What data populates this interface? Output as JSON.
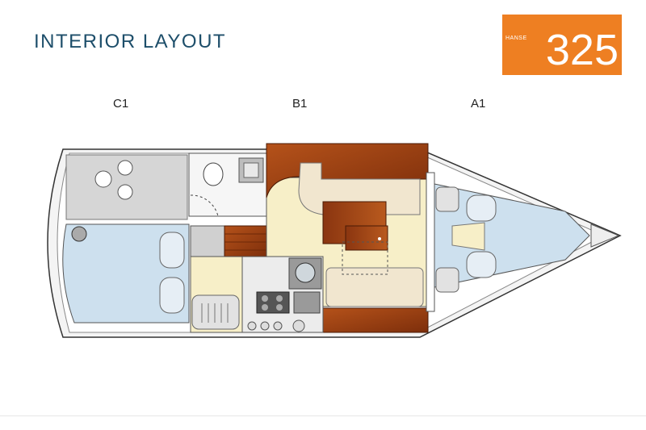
{
  "title": "INTERIOR LAYOUT",
  "brand": {
    "small": "HANSE",
    "model": "325",
    "color": "#ee7f22"
  },
  "zones": [
    {
      "label": "C1"
    },
    {
      "label": "B1"
    },
    {
      "label": "A1"
    }
  ],
  "colors": {
    "wood": "#9a3d10",
    "upholstery": "#f1e6cf",
    "cabin_floor": "#cde0ee",
    "sole": "#f7efc8",
    "grey": "#bdbdbd"
  }
}
